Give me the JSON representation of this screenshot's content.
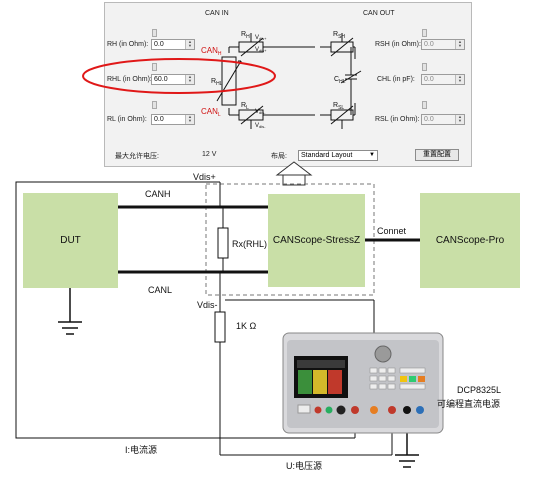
{
  "panel": {
    "can_in": "CAN IN",
    "can_out": "CAN OUT",
    "rh_label": "RH (in Ohm):",
    "rh_value": "0.0",
    "rhl_label": "RHL (in Ohm):",
    "rhl_value": "60.0",
    "rl_label": "RL (in Ohm):",
    "rl_value": "0.0",
    "rsh_label": "RSH (in Ohm):",
    "rsh_value": "0.0",
    "chl_label": "CHL (in pF):",
    "chl_value": "0.0",
    "rsl_label": "RSL (in Ohm):",
    "rsl_value": "0.0",
    "max_voltage_label": "最大允许电压:",
    "max_voltage_value": "12 V",
    "layout_label": "布局:",
    "layout_value": "Standard Layout",
    "reset_button": "重置配置",
    "sym_canh": "CAN",
    "sym_canh_sub": "H",
    "sym_canl": "CAN",
    "sym_canl_sub": "L",
    "sym_rh": "R",
    "sym_rh_sub": "H",
    "sym_rhl": "R",
    "sym_rhl_sub": "HL",
    "sym_rl": "R",
    "sym_rl_sub": "L",
    "sym_rsh": "R",
    "sym_rsh_sub": "SH",
    "sym_rsl": "R",
    "sym_rsl_sub": "SL",
    "sym_chl": "C",
    "sym_chl_sub": "HL",
    "sym_vdis_plus_1": "V",
    "sym_vdis_plus_1_sub": "dis+",
    "sym_vdis_plus_2": "V",
    "sym_vdis_plus_2_sub": "dis+",
    "sym_vdis_minus_1": "V",
    "sym_vdis_minus_1_sub": "dis-",
    "sym_vdis_minus_2": "V",
    "sym_vdis_minus_2_sub": "dis-"
  },
  "diagram": {
    "dut": "DUT",
    "stressz": "CANScope-StressZ",
    "pro": "CANScope-Pro",
    "canh": "CANH",
    "canl": "CANL",
    "vdis_plus": "Vdis+",
    "vdis_minus": "Vdis-",
    "rx": "Rx(RHL)",
    "connet": "Connet",
    "resistor_1k": "1K Ω",
    "psu_model": "DCP8325L",
    "psu_desc": "可编程直流电源",
    "current_source": "I:电流源",
    "voltage_source": "U:电压源"
  },
  "colors": {
    "box_fill": "#c9dfa7",
    "highlight": "#e01818",
    "can_label_red": "#d01010",
    "line": "#111111"
  },
  "icons": [
    "ground-icon",
    "power-supply-image",
    "arrow-up-icon"
  ]
}
